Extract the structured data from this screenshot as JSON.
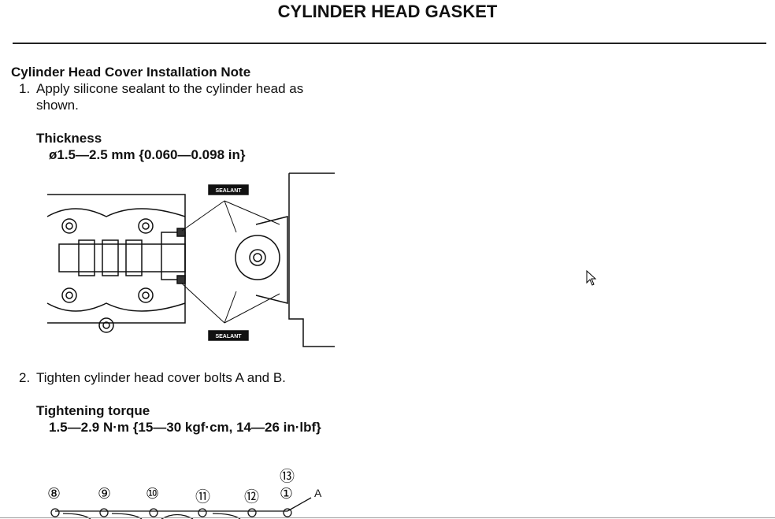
{
  "page_title": "CYLINDER HEAD GASKET",
  "section_title": "Cylinder Head Cover Installation Note",
  "step1": {
    "number": "1.",
    "line1": "Apply silicone sealant to the cylinder head as",
    "line2": "shown."
  },
  "thickness": {
    "label": "Thickness",
    "value": "ø1.5—2.5 mm {0.060—0.098 in}"
  },
  "figure1": {
    "sealant_top": "SEALANT",
    "sealant_bottom": "SEALANT"
  },
  "step2": {
    "number": "2.",
    "text": "Tighten cylinder head cover bolts A and B."
  },
  "torque": {
    "label": "Tightening torque",
    "value": "1.5—2.9 N·m {15—30 kgf·cm, 14—26 in·lbf}"
  },
  "figure2": {
    "labels": [
      "⑧",
      "⑨",
      "⑩",
      "⑪",
      "⑫",
      "①",
      "⑬"
    ],
    "bolt_label": "A"
  }
}
